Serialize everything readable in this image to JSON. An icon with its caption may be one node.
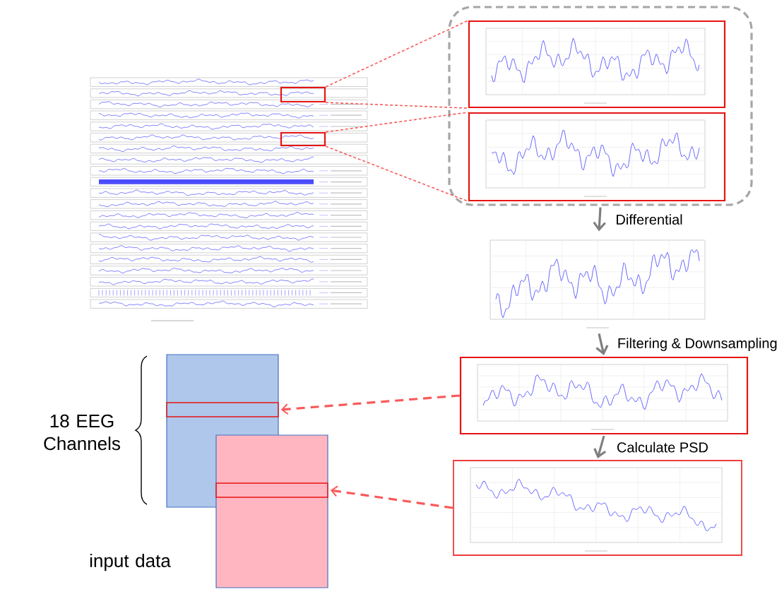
{
  "diagram": {
    "nodes": [
      {
        "text": [],
        "shape": "picture"
      },
      {
        "text": [],
        "shape": "box",
        "in": 0
      },
      {
        "text": [],
        "shape": "box",
        "in": 0
      },
      {
        "text": [],
        "shape": "box"
      },
      {
        "text": [],
        "shape": "picture",
        "in": 3
      },
      {
        "text": [],
        "shape": "picture",
        "in": 3
      },
      {
        "text": [],
        "shape": "picture"
      },
      {
        "text": [],
        "shape": "picture"
      },
      {
        "text": [],
        "shape": "picture"
      },
      {
        "text": [],
        "shape": "box"
      },
      {
        "text": [],
        "shape": "box",
        "in": 9
      },
      {
        "text": [],
        "shape": "box"
      },
      {
        "text": [],
        "shape": "box",
        "in": 11
      }
    ],
    "edges": [
      {
        "from": 1,
        "to": 4,
        "arrow": "none",
        "style": "dashed"
      },
      {
        "from": 1,
        "to": 4,
        "arrow": "none",
        "style": "dashed"
      },
      {
        "from": 2,
        "to": 5,
        "arrow": "none",
        "style": "dashed"
      },
      {
        "from": 2,
        "to": 5,
        "arrow": "none",
        "style": "dashed"
      },
      {
        "from": 3,
        "to": 6,
        "arrow": "to",
        "label": "Differential",
        "color": "#7f7f7f"
      },
      {
        "from": 6,
        "to": 7,
        "arrow": "to",
        "label": "Filtering & Downsampling",
        "color": "#7f7f7f"
      },
      {
        "from": 7,
        "to": 8,
        "arrow": "to",
        "label": "Calculate PSD",
        "color": "#7f7f7f"
      },
      {
        "from": 7,
        "to": 10,
        "arrow": "to",
        "style": "dashed"
      },
      {
        "from": 8,
        "to": 12,
        "arrow": "to",
        "style": "dashed"
      }
    ],
    "labels": [
      "18 EEG Channels",
      "input data"
    ]
  }
}
